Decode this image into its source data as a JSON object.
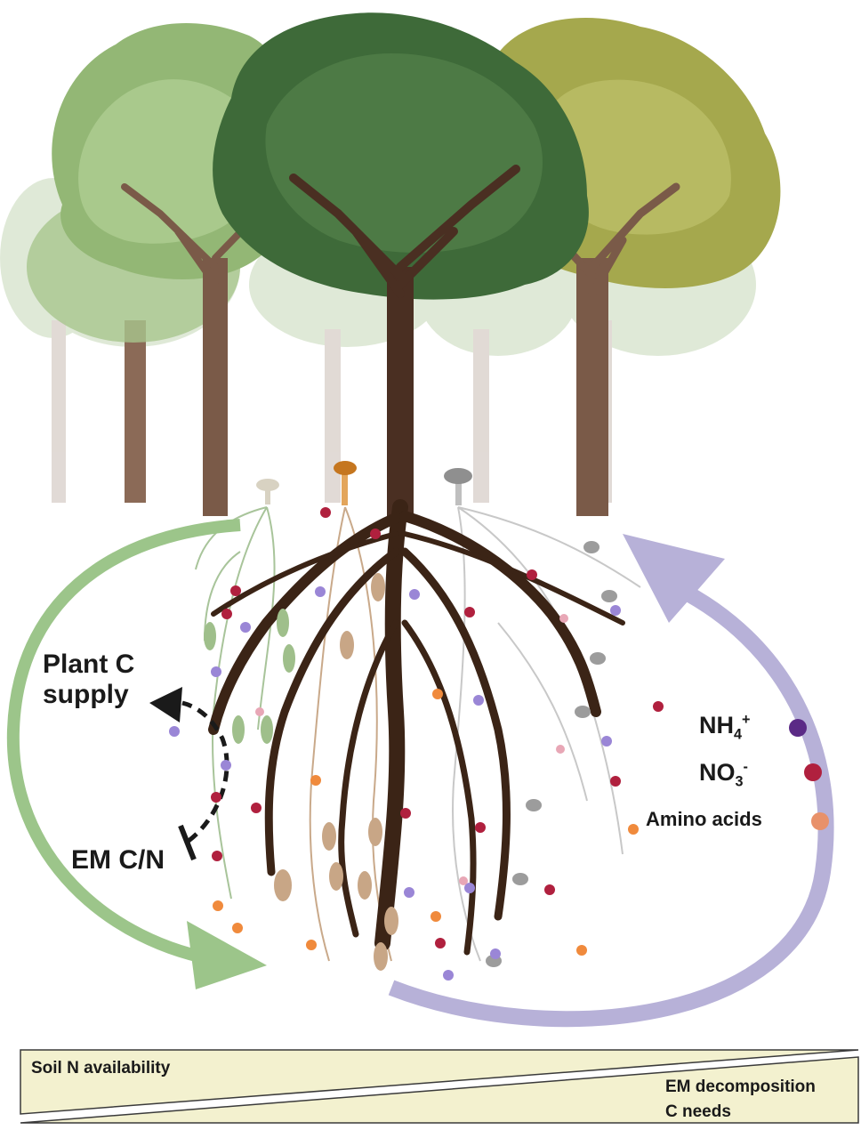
{
  "labels": {
    "plant_c_line1": "Plant C",
    "plant_c_line2": "supply",
    "em_cn": "EM C/N",
    "nh4_base": "NH",
    "nh4_sub": "4",
    "nh4_sup": "+",
    "no3_base": "NO",
    "no3_sub": "3",
    "no3_sup": "-",
    "amino_acids": "Amino acids"
  },
  "gradient_bar": {
    "top_label": "Soil N availability",
    "bottom_label_line1": "EM decomposition",
    "bottom_label_line2": "C needs"
  },
  "colors": {
    "nh4": "#5b2a86",
    "no3": "#b0203e",
    "amino_acids": "#e8916a",
    "green_arrow": "#9cc58a",
    "purple_arrow": "#b7b1d8",
    "bar_fill": "#f3f1cf",
    "dark_root": "#3b2416",
    "tree_light": "#8fb36f",
    "tree_dark": "#3f6a3a",
    "tree_olive": "#a3a74a"
  }
}
